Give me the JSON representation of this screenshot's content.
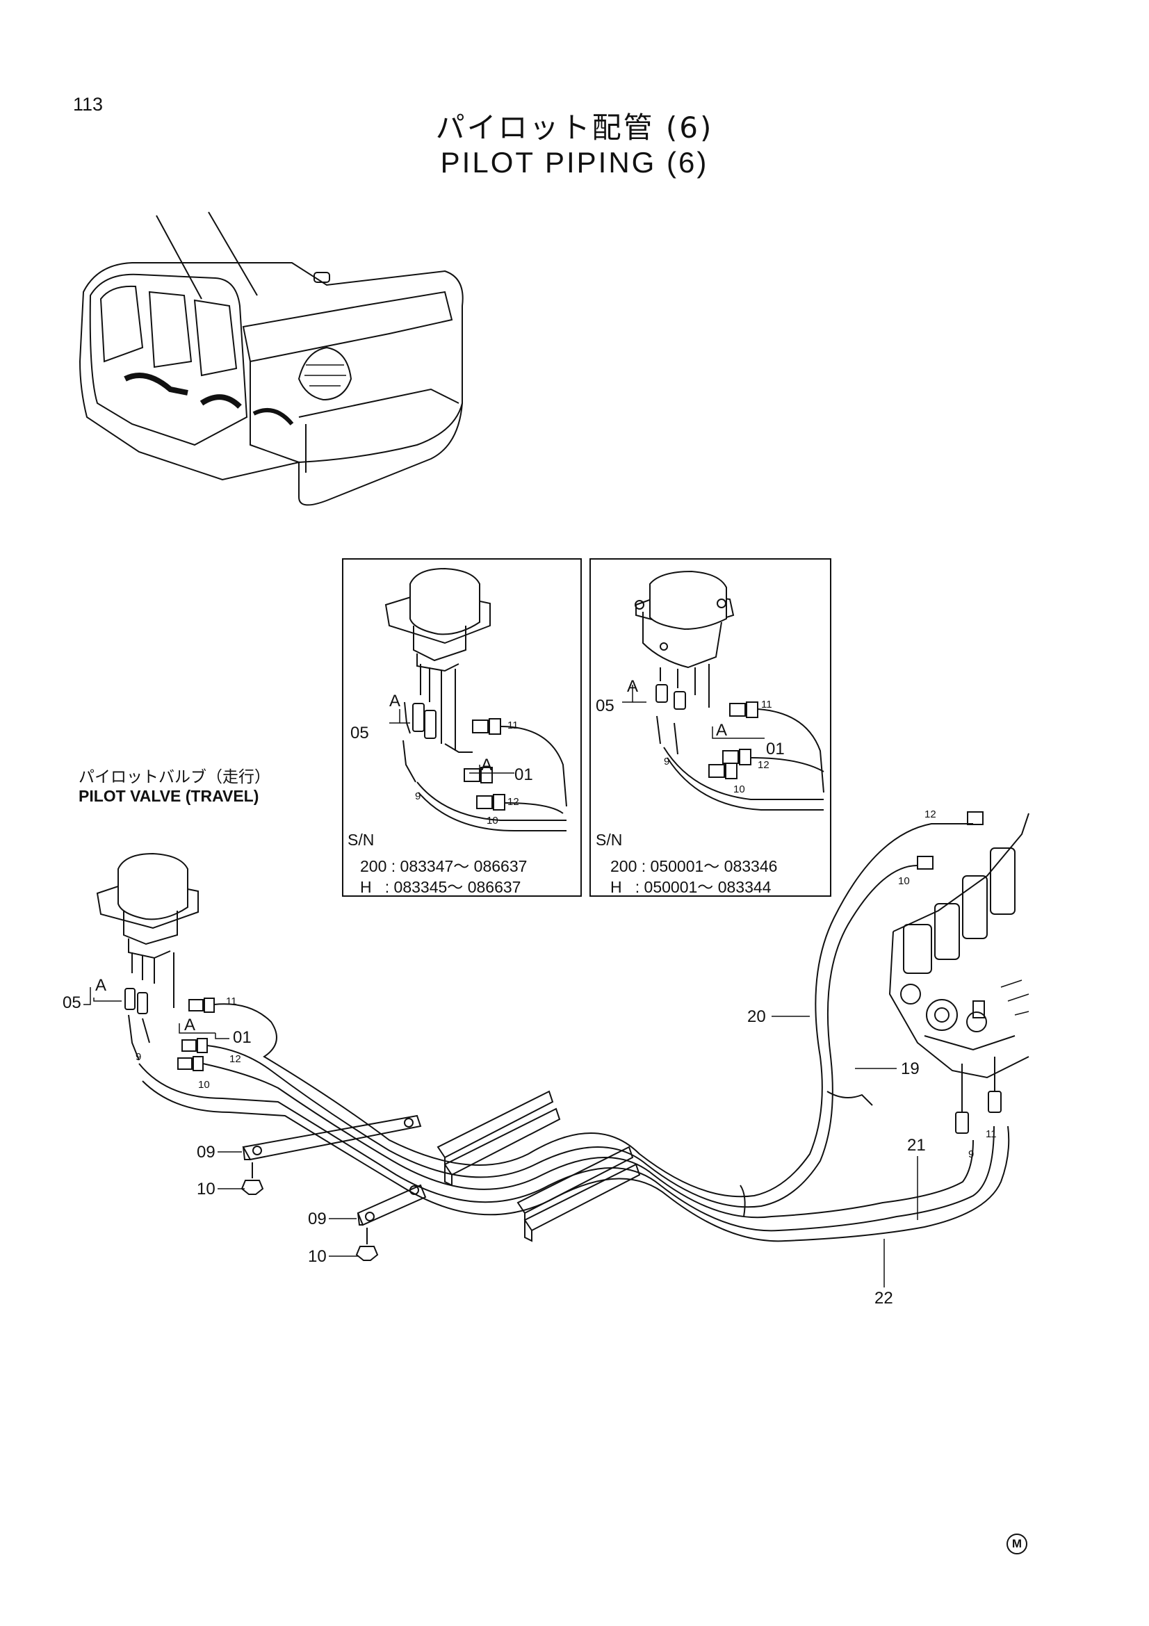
{
  "page": {
    "number": "113",
    "title_jp": "パイロット配管 (6)",
    "title_en": "PILOT PIPING (6)",
    "mark": "M"
  },
  "pilot_valve": {
    "label_jp": "パイロットバルブ（走行）",
    "label_en": "PILOT VALVE (TRAVEL)"
  },
  "inset_left": {
    "sn_header": "S/N",
    "line1": "200 : 083347～ 086637",
    "line2": "H   : 083345～ 086637",
    "callouts": [
      "A",
      "05",
      "A",
      "01",
      "11",
      "12",
      "10",
      "9"
    ]
  },
  "inset_right": {
    "sn_header": "S/N",
    "line1": "200 : 050001～ 083346",
    "line2": "H   : 050001～ 083344",
    "callouts": [
      "A",
      "05",
      "A",
      "01",
      "11",
      "12",
      "10",
      "9"
    ]
  },
  "main_callouts": {
    "c05": "05",
    "cA1": "A",
    "cA2": "A",
    "c01": "01",
    "c11": "11",
    "c12": "12",
    "c10": "10",
    "c9": "9",
    "c09a": "09",
    "c10a": "10",
    "c09b": "09",
    "c10b": "10",
    "c20": "20",
    "c19": "19",
    "c21": "21",
    "c22": "22",
    "cv12": "12",
    "cv10": "10",
    "cv9": "9",
    "cv11": "11"
  }
}
